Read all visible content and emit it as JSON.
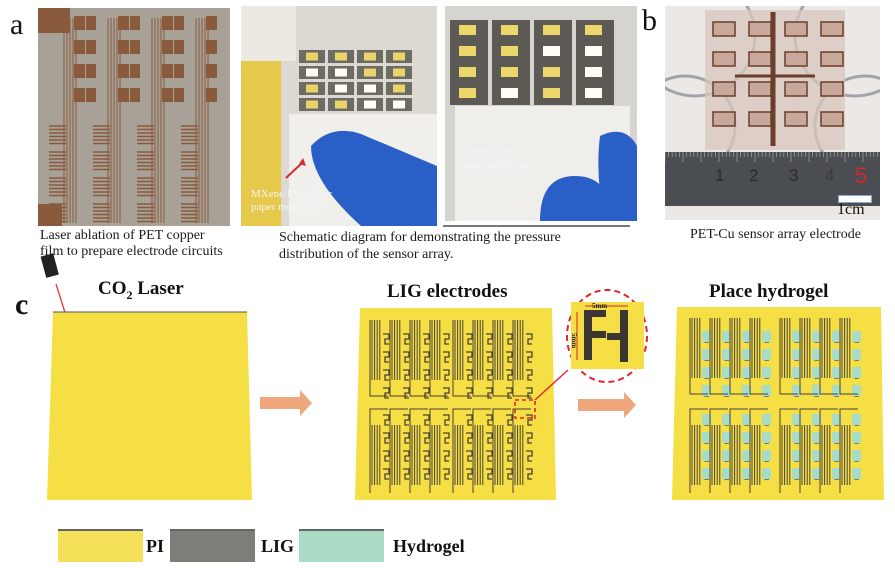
{
  "panels": {
    "a": {
      "letter": "a",
      "photo1_caption_line1": "Laser ablation of PET copper",
      "photo1_caption_line2": "film to prepare electrode circuits",
      "photo2_overlay_line1": "MXene/PVA/filter",
      "photo2_overlay_line2": "paper membrane",
      "photo3_overlay_line1": "MXene/filter",
      "photo3_overlay_line2": "paper membrane",
      "photos23_caption_line1": "Schematic diagram for demonstrating the pressure",
      "photos23_caption_line2": "distribution of the sensor array."
    },
    "b": {
      "letter": "b",
      "ruler_numbers": [
        "1",
        "2",
        "3",
        "4",
        "5"
      ],
      "scale_bar_label": "1cm",
      "caption": "PET-Cu sensor array electrode"
    },
    "c": {
      "letter": "c",
      "steps": [
        {
          "title_main": "CO",
          "title_sub": "2",
          "title_rest": " Laser"
        },
        {
          "title_main": "LIG electrodes",
          "title_sub": "",
          "title_rest": ""
        },
        {
          "title_main": "Place hydrogel",
          "title_sub": "",
          "title_rest": ""
        }
      ],
      "inset_dim_horizontal": "5mm",
      "inset_dim_vertical": "5mm",
      "legend": [
        {
          "label": "PI",
          "color": "#f5e05a"
        },
        {
          "label": "LIG",
          "color": "#7e7d78"
        },
        {
          "label": "Hydrogel",
          "color": "#aadcc5"
        }
      ]
    }
  },
  "colors": {
    "pi_yellow": "#f5df45",
    "lig_dark": "#4a4236",
    "hydrogel": "#a9dcc6",
    "arrow": "#f0a77c",
    "dash_red": "#e0252b",
    "copper": "#8a5a3c",
    "glove_blue": "#2a5fc7"
  }
}
